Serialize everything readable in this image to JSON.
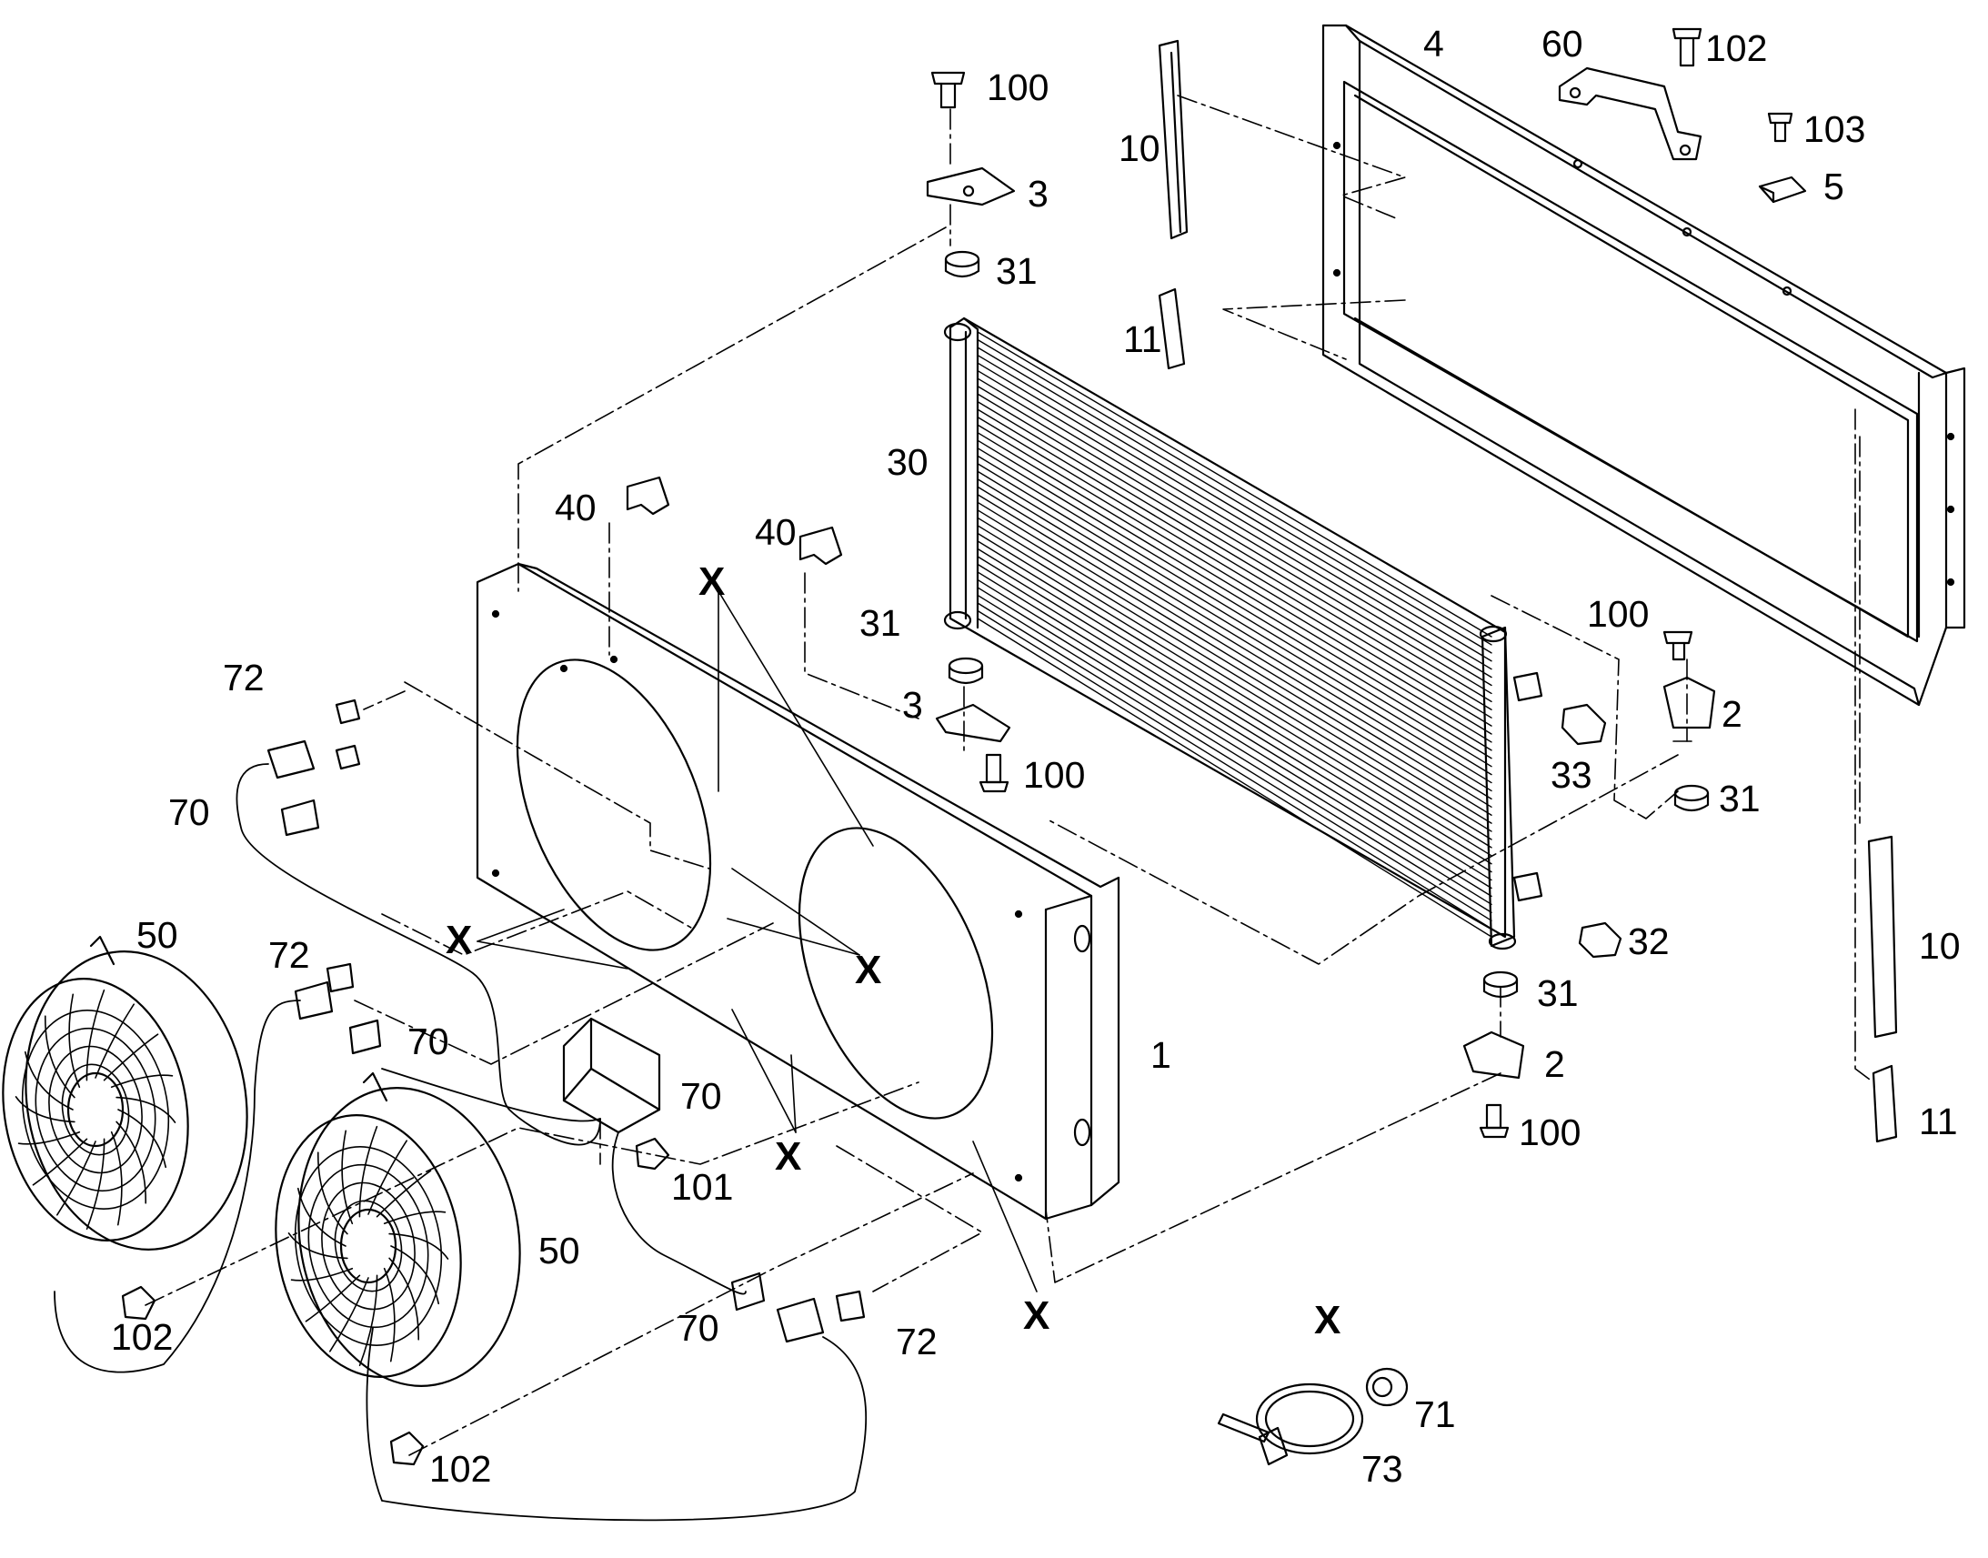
{
  "diagram": {
    "callouts": {
      "c1": "1",
      "c2a": "2",
      "c2b": "2",
      "c3a": "3",
      "c3b": "3",
      "c4": "4",
      "c5": "5",
      "c10a": "10",
      "c10b": "10",
      "c11a": "11",
      "c11b": "11",
      "c30": "30",
      "c31a": "31",
      "c31b": "31",
      "c31c": "31",
      "c31d": "31",
      "c32": "32",
      "c33": "33",
      "c40a": "40",
      "c40b": "40",
      "c50a": "50",
      "c50b": "50",
      "c60": "60",
      "c70a": "70",
      "c70b": "70",
      "c70c": "70",
      "c70d": "70",
      "c71": "71",
      "c72a": "72",
      "c72b": "72",
      "c72c": "72",
      "c73": "73",
      "c100a": "100",
      "c100b": "100",
      "c100c": "100",
      "c100d": "100",
      "c101": "101",
      "c102a": "102",
      "c102b": "102",
      "c102c": "102",
      "c103": "103",
      "xa": "X",
      "xb": "X",
      "xc": "X",
      "xd": "X",
      "xe": "X",
      "xf": "X"
    }
  }
}
